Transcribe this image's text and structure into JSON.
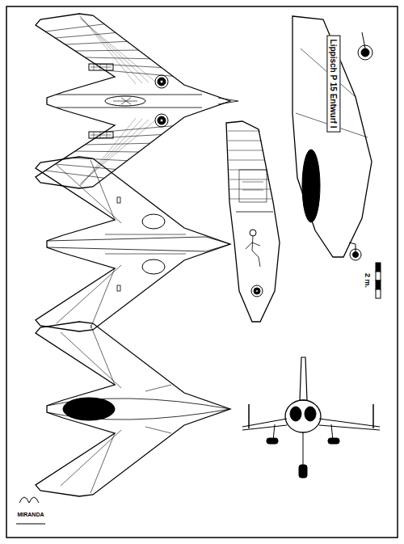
{
  "diagram": {
    "nodes": [
      {
        "text": [
          "Lippisch P 15 Entwurf I"
        ]
      }
    ],
    "labels": [
      "2 m.",
      "MIRANDA"
    ]
  }
}
